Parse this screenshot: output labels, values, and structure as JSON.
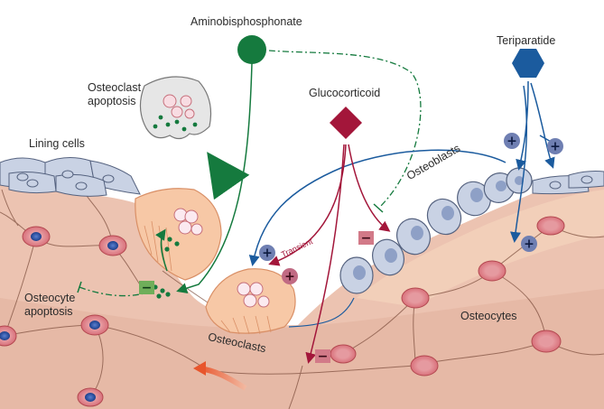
{
  "labels": {
    "aminobisphosphonate": "Aminobisphosphonate",
    "teriparatide": "Teriparatide",
    "glucocorticoid": "Glucocorticoid",
    "osteoclast_apoptosis_1": "Osteoclast",
    "osteoclast_apoptosis_2": "apoptosis",
    "lining_cells": "Lining cells",
    "osteoblasts": "Osteoblasts",
    "transient": "Transient",
    "osteocyte_apoptosis_1": "Osteocyte",
    "osteocyte_apoptosis_2": "apoptosis",
    "osteoclasts": "Osteoclasts",
    "osteocytes": "Osteocytes"
  },
  "signs": {
    "plus": "+",
    "minus": "−"
  },
  "colors": {
    "aminobisphosphonate": "#157a3e",
    "teriparatide": "#1b5b9e",
    "glucocorticoid": "#a3163a",
    "bone": "#ecc3b1",
    "bone_dark": "#e2b19d",
    "osteoclast": "#f7c8a6",
    "lining_cell": "#c9d2e4",
    "osteocyte": "#d8707a",
    "apoptotic_cell": "#e3e3e3"
  }
}
